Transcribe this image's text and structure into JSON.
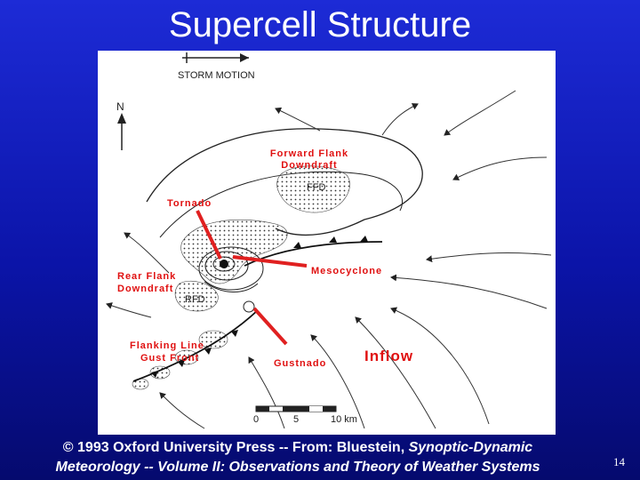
{
  "title": "Supercell Structure",
  "figure": {
    "storm_motion_label": "STORM MOTION",
    "north_label": "N",
    "labels": {
      "ffd_title_line1": "Forward Flank",
      "ffd_title_line2": "Downdraft",
      "ffd_abbr": "FFD",
      "tornado": "Tornado",
      "mesocyclone": "Mesocyclone",
      "rfd_title_line1": "Rear Flank",
      "rfd_title_line2": "Downdraft",
      "rfd_abbr": "RFD",
      "flanking_line": "Flanking Line",
      "gust_front": "Gust Front",
      "gustnado": "Gustnado",
      "inflow": "Inflow"
    },
    "scale": {
      "tick_0": "0",
      "tick_5": "5",
      "tick_10": "10 km"
    },
    "colors": {
      "annotation_red": "#e01010",
      "pointer_red": "#e02020"
    }
  },
  "caption": {
    "line1_prefix": "© 1993 Oxford University Press -- From: Bluestein, ",
    "line1_italic": "Synoptic-Dynamic",
    "line2_italic": "Meteorology -- Volume II: Observations and Theory of Weather Systems"
  },
  "page_number": "14"
}
